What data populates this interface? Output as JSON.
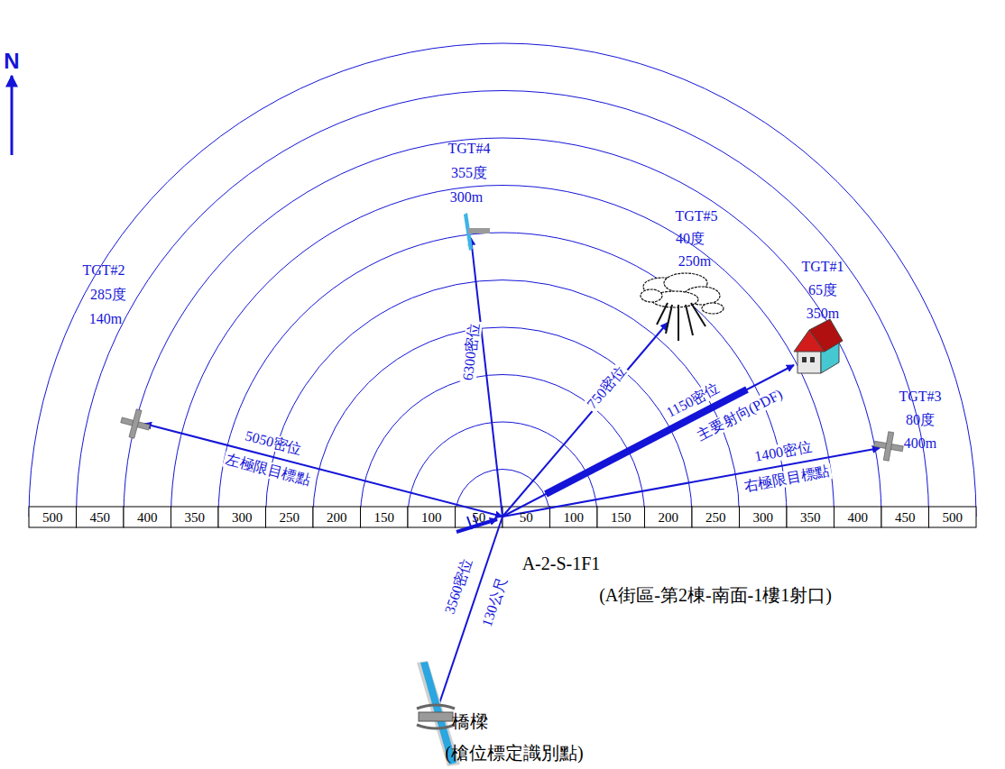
{
  "diagram": {
    "labels": [
      "N",
      "TGT#4",
      "355度",
      "300m",
      "TGT#5",
      "40度",
      "250m",
      "TGT#1",
      "65度",
      "350m",
      "TGT#2",
      "285度",
      "140m",
      "TGT#3",
      "80度",
      "400m",
      "6300密位",
      "750密位",
      "1150密位",
      "主要射向(PDF)",
      "5050密位",
      "左極限目標點",
      "1400密位",
      "右極限目標點",
      "500",
      "450",
      "400",
      "350",
      "300",
      "250",
      "200",
      "150",
      "100",
      "50",
      "50",
      "100",
      "150",
      "200",
      "250",
      "300",
      "350",
      "400",
      "450",
      "500",
      "A-2-S-1F1",
      "(A街區-第2棟-南面-1樓1射口)",
      "3560密位",
      "130公尺",
      "橋樑",
      "(槍位標定識別點)"
    ]
  }
}
